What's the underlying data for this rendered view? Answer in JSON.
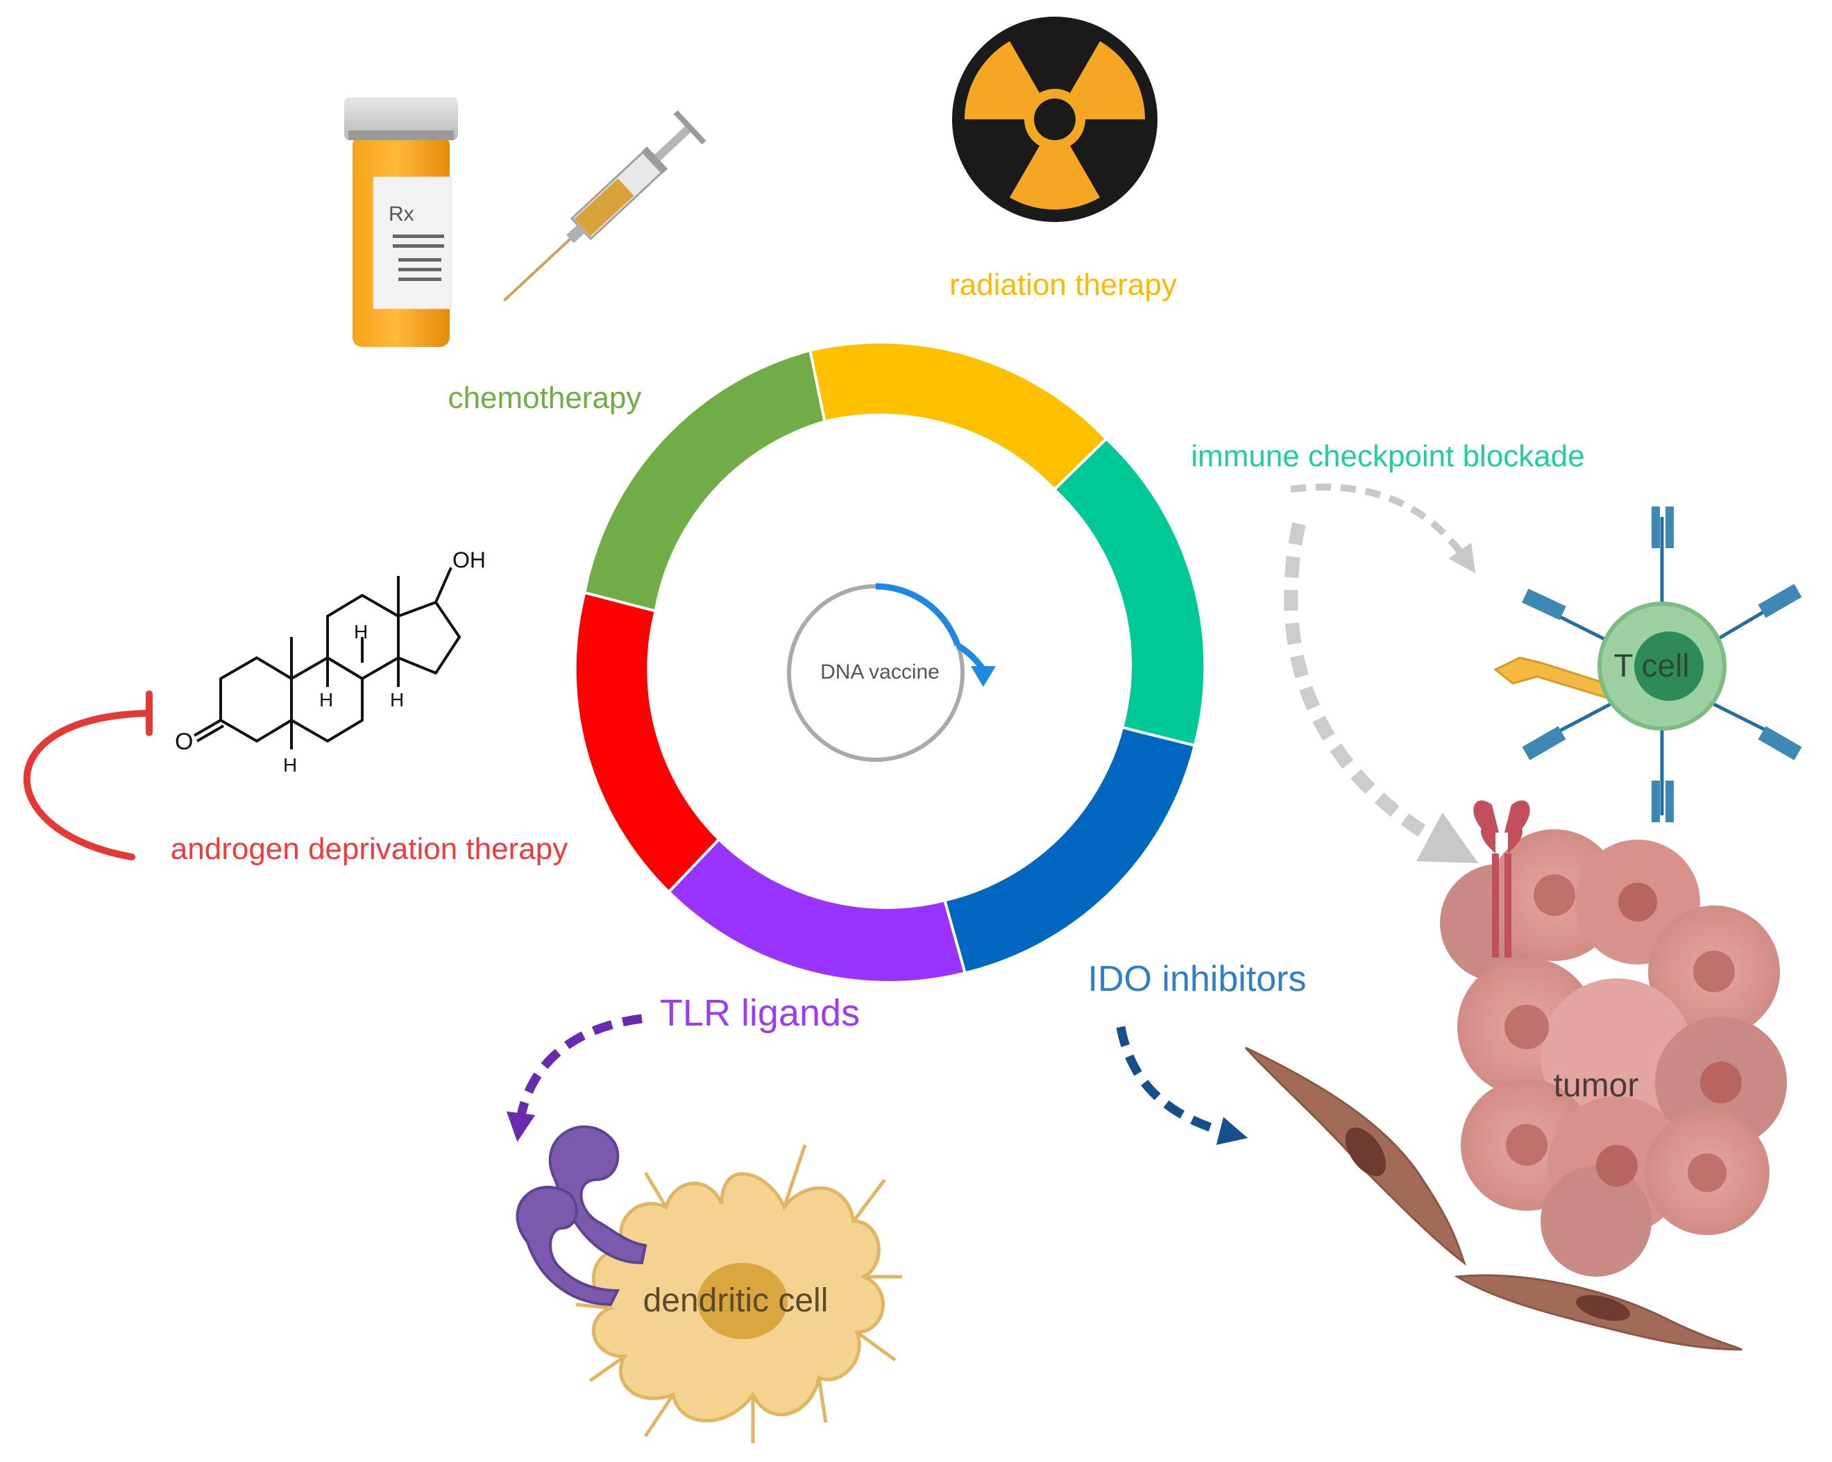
{
  "labels": {
    "radiation": "radiation therapy",
    "chemotherapy": "chemotherapy",
    "immune_checkpoint": "immune checkpoint blockade",
    "androgen": "androgen deprivation therapy",
    "tlr": "TLR ligands",
    "ido": "IDO inhibitors",
    "dna_vaccine": "DNA vaccine",
    "t_cell": "T cell",
    "tumor": "tumor",
    "dendritic_cell": "dendritic cell"
  },
  "molecule": {
    "oh": "OH",
    "o": "O",
    "h": "H"
  },
  "pill_bottle": {
    "rx": "Rx"
  },
  "colors": {
    "radiation": "#FBBA00",
    "chemotherapy": "#6FAC46",
    "immune_checkpoint": "#1ECF9A",
    "androgen": "#EE3B3B",
    "tlr": "#9B3CF0",
    "ido": "#2E7FC8",
    "ring_red": "#FF0000",
    "ring_blue": "#0067C0",
    "ring_teal": "#00C896",
    "ring_yellow": "#FFC000",
    "ring_green": "#70AD47",
    "ring_purple": "#9933FF"
  }
}
